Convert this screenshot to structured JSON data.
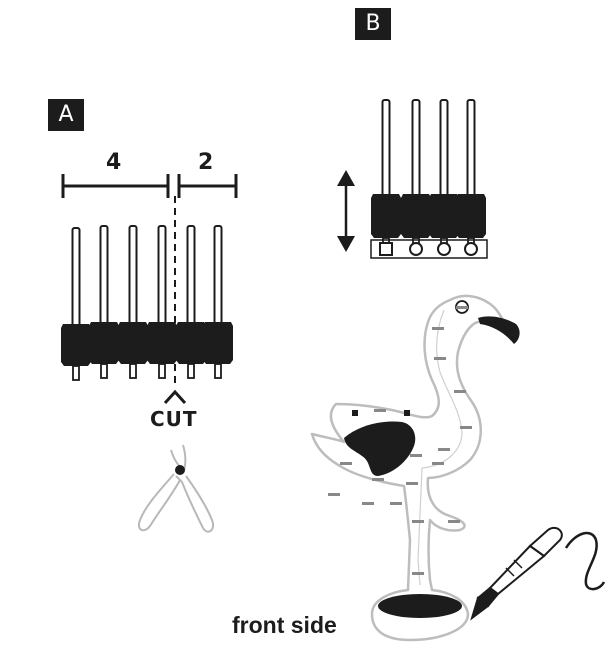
{
  "labels": {
    "step_a": "A",
    "step_b": "B",
    "count_left": "4",
    "count_right": "2",
    "cut": "CUT",
    "front_side": "front side"
  },
  "colors": {
    "ink": "#1c1c1c",
    "board_outline": "#bdbdbd",
    "solder_pad": "#888888"
  },
  "icons": [
    "pin-header-icon",
    "pliers-icon",
    "soldering-iron-icon",
    "flamingo-board-icon",
    "double-arrow-icon"
  ]
}
